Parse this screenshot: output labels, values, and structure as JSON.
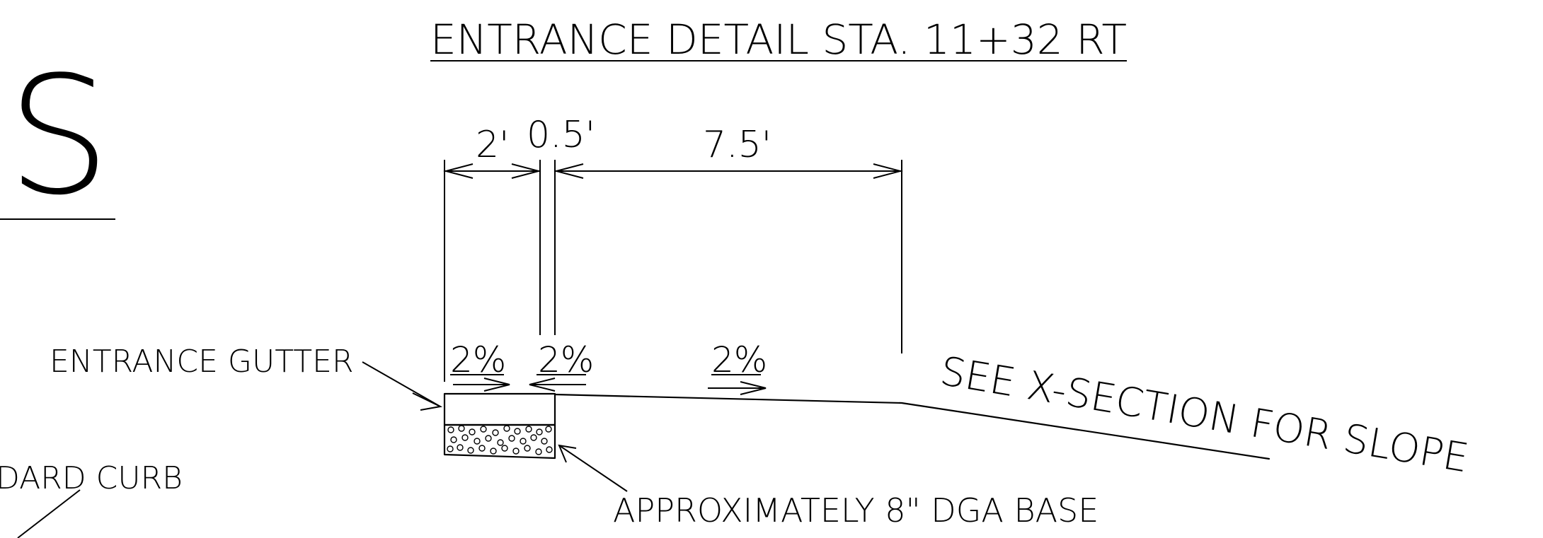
{
  "drawing": {
    "title": "ENTRANCE DETAIL STA. 11+32 RT",
    "partial_large_letter": "S",
    "dimensions": {
      "gutter_width": "2'",
      "curb_width": "0.5'",
      "shoulder_width": "7.5'"
    },
    "slopes": {
      "gutter": "2%",
      "curb": "2%",
      "shoulder": "2%"
    },
    "labels": {
      "entrance_gutter": "ENTRANCE GUTTER",
      "standard_curb_partial": "DARD CURB",
      "dga_base": "APPROXIMATELY 8\" DGA BASE",
      "x_section_note": "SEE X-SECTION FOR SLOPE"
    }
  }
}
